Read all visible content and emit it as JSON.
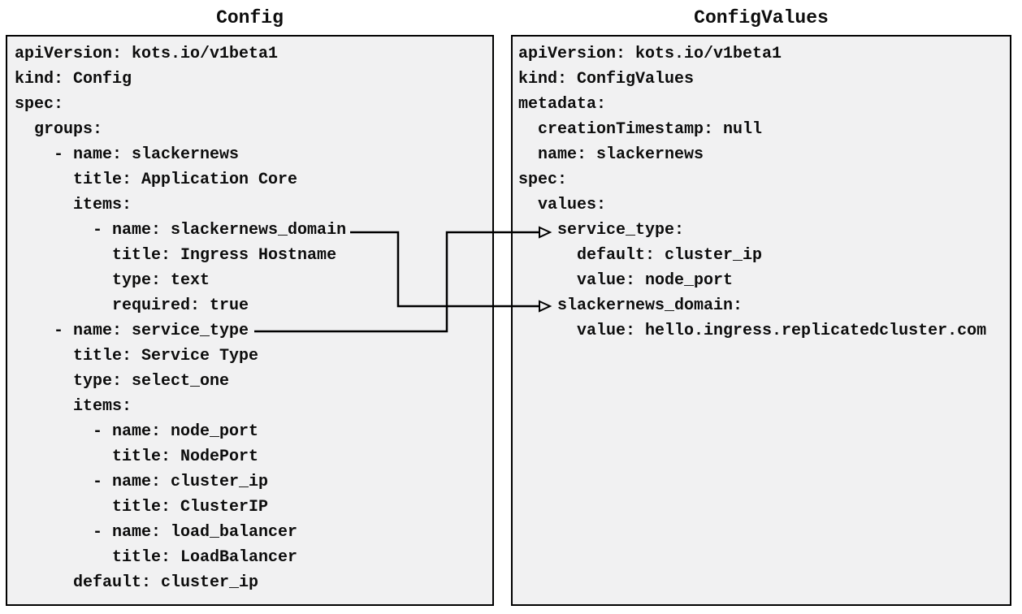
{
  "panels": {
    "config": {
      "title": "Config",
      "lines": [
        "apiVersion: kots.io/v1beta1",
        "kind: Config",
        "spec:",
        "  groups:",
        "    - name: slackernews",
        "      title: Application Core",
        "      items:",
        "        - name: slackernews_domain",
        "          title: Ingress Hostname",
        "          type: text",
        "          required: true",
        "    - name: service_type",
        "      title: Service Type",
        "      type: select_one",
        "      items:",
        "        - name: node_port",
        "          title: NodePort",
        "        - name: cluster_ip",
        "          title: ClusterIP",
        "        - name: load_balancer",
        "          title: LoadBalancer",
        "      default: cluster_ip"
      ]
    },
    "config_values": {
      "title": "ConfigValues",
      "lines": [
        "apiVersion: kots.io/v1beta1",
        "kind: ConfigValues",
        "metadata:",
        "  creationTimestamp: null",
        "  name: slackernews",
        "spec:",
        "  values:",
        "    service_type:",
        "      default: cluster_ip",
        "      value: node_port",
        "    slackernews_domain:",
        "      value: hello.ingress.replicatedcluster.com"
      ]
    }
  },
  "connections": [
    {
      "from": "slackernews_domain",
      "to": "slackernews_domain:"
    },
    {
      "from": "service_type",
      "to": "service_type:"
    }
  ],
  "colors": {
    "page_background": "#ffffff",
    "panel_background": "#f1f1f2",
    "panel_border": "#000000",
    "text": "#0d0d0d",
    "connector": "#000000"
  }
}
